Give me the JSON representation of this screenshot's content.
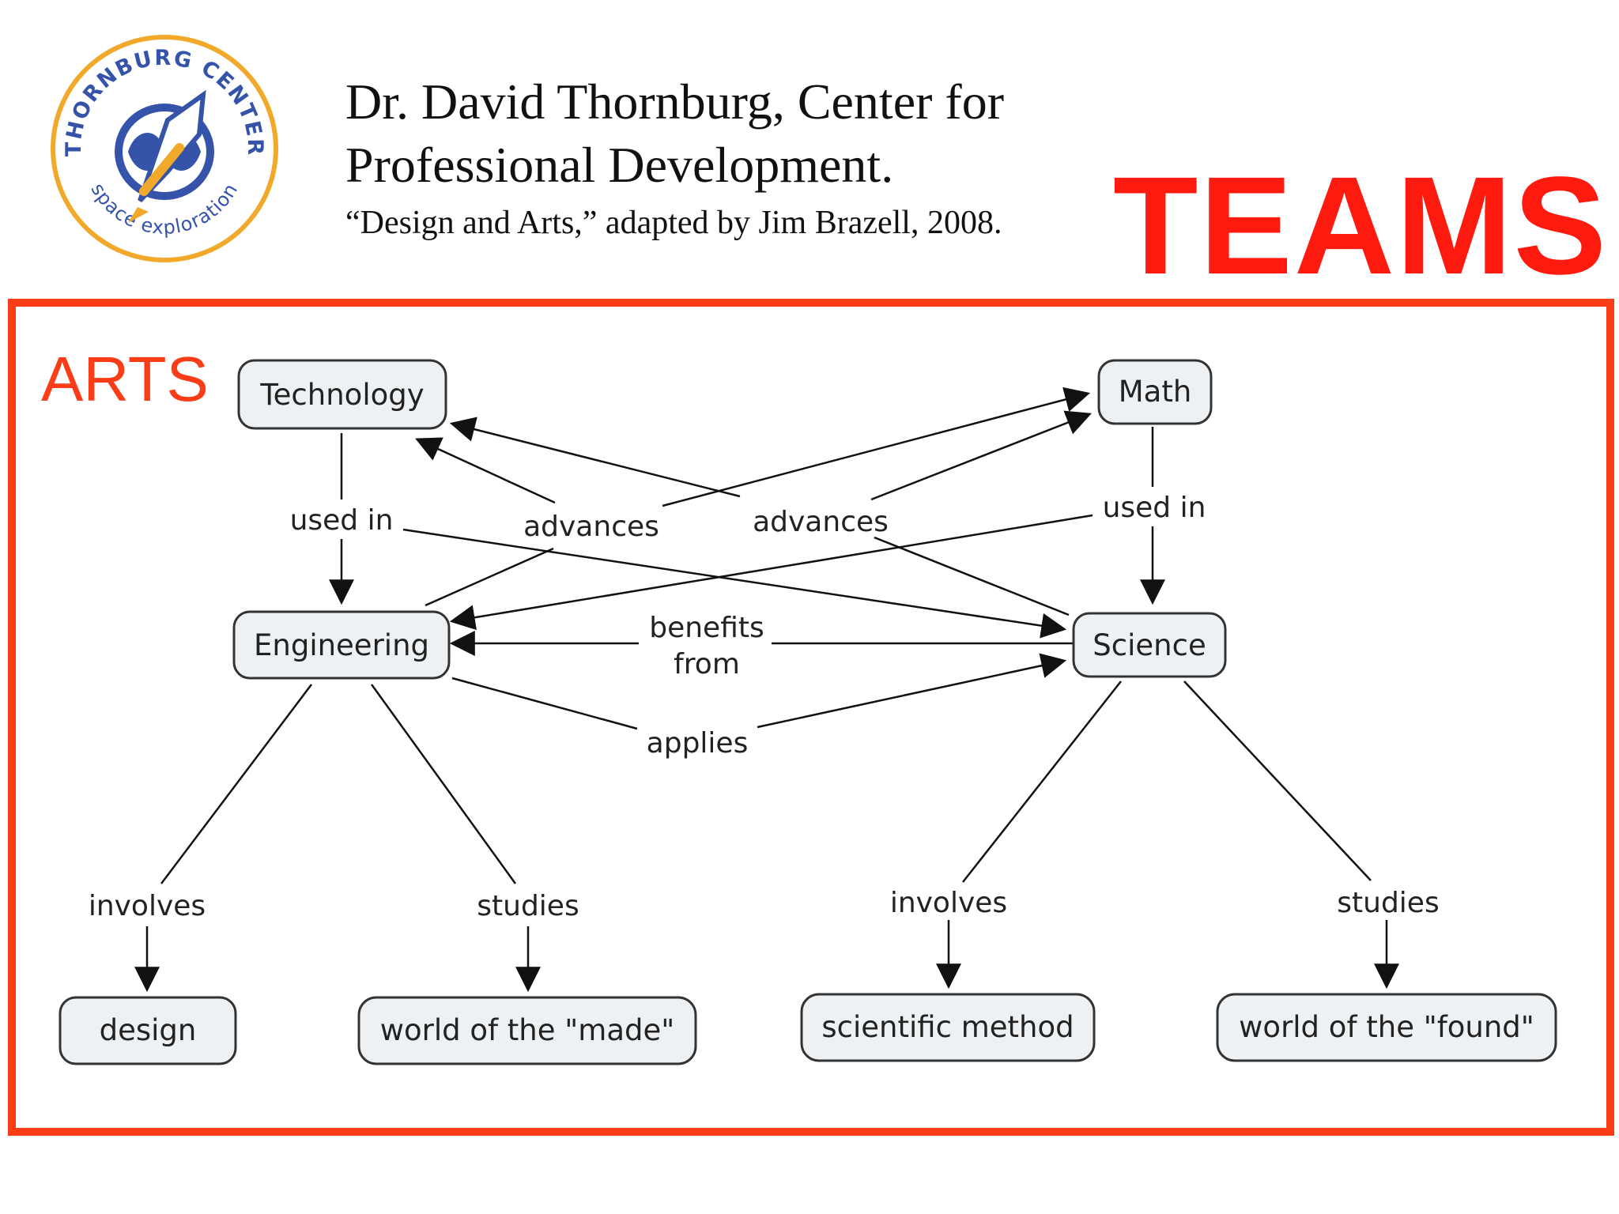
{
  "header": {
    "line1": "Dr. David Thornburg, Center for",
    "line2": "Professional Development.",
    "line3": "“Design and Arts,” adapted by Jim Brazell, 2008.",
    "title": "TEAMS"
  },
  "logo": {
    "ring_text_top": "THORNBURG CENTER",
    "ring_text_bottom": "space exploration",
    "ring_color": "#f0a92a",
    "emblem_color": "#3553a8",
    "icon": "rocket-icon"
  },
  "frame_label": "ARTS",
  "colors": {
    "accent": "#fb3d17",
    "title": "#ff1a10",
    "node_fill": "#eef1f3"
  },
  "concepts": {
    "technology": "Technology",
    "math": "Math",
    "engineering": "Engineering",
    "science": "Science",
    "design": "design",
    "world_made": "world of the \"made\"",
    "scientific_method": "scientific method",
    "world_found": "world of the \"found\""
  },
  "links": {
    "used_in_left": "used in",
    "used_in_right": "used in",
    "advances_left": "advances",
    "advances_right": "advances",
    "benefits_from_1": "benefits",
    "benefits_from_2": "from",
    "applies": "applies",
    "involves_left": "involves",
    "studies_left": "studies",
    "involves_right": "involves",
    "studies_right": "studies"
  }
}
